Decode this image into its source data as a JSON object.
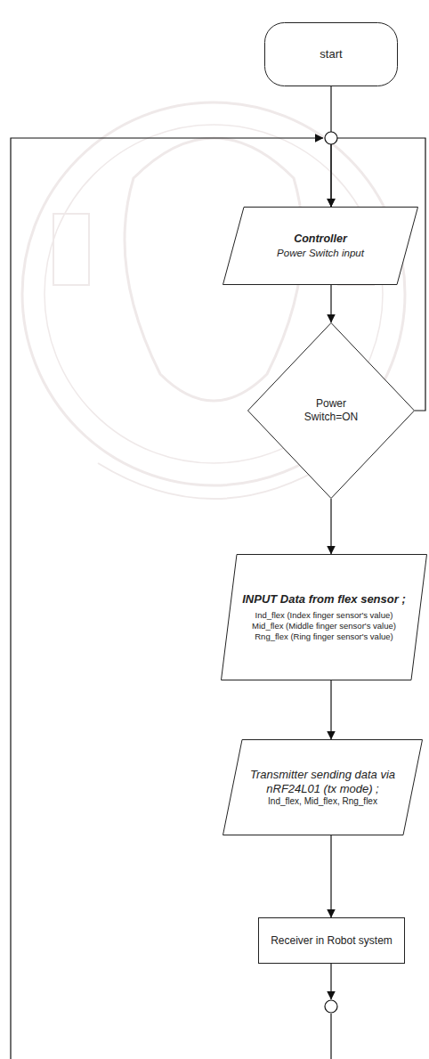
{
  "diagram": {
    "nodes": [
      {
        "text": [
          "start"
        ]
      },
      {
        "text": [
          "Controller",
          "Power Switch input"
        ]
      },
      {
        "text": [
          "Power Switch=ON"
        ]
      },
      {
        "text": [
          "INPUT Data from flex sensor ;",
          "Ind_flex (Index finger sensor's value)",
          "Mid_flex (Middle finger sensor's value)",
          "Rng_flex (Ring finger sensor's value)"
        ]
      },
      {
        "text": [
          "Transmitter sending data via nRF24L01 (tx mode) ;",
          "Ind_flex, Mid_flex, Rng_flex"
        ]
      },
      {
        "text": [
          "Receiver in Robot system"
        ]
      }
    ],
    "edges": [
      {
        "from": 0,
        "to": 1,
        "arrow": "to"
      },
      {
        "from": 1,
        "to": 2,
        "arrow": "to"
      },
      {
        "from": 2,
        "to": 3,
        "arrow": "to"
      },
      {
        "from": 2,
        "to": 1,
        "arrow": "to"
      },
      {
        "from": 3,
        "to": 4,
        "arrow": "to"
      },
      {
        "from": 4,
        "to": 5,
        "arrow": "to"
      }
    ]
  }
}
